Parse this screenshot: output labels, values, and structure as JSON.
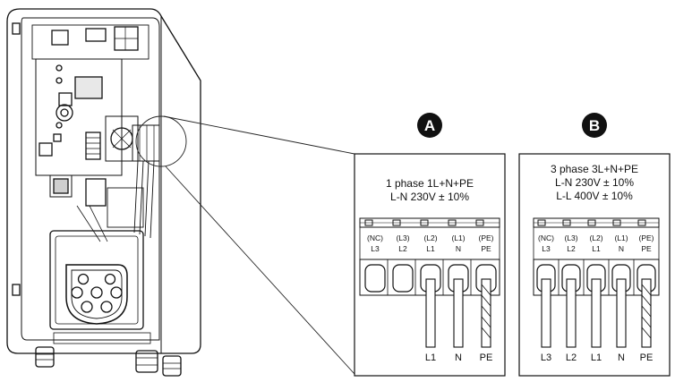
{
  "badges": {
    "a": "A",
    "b": "B"
  },
  "panel_a": {
    "line1": "1 phase 1L+N+PE",
    "line2": "L-N 230V ± 10%",
    "terminals": [
      {
        "top": "(NC)",
        "bottom": "L3"
      },
      {
        "top": "(L3)",
        "bottom": "L2"
      },
      {
        "top": "(L2)",
        "bottom": "L1"
      },
      {
        "top": "(L1)",
        "bottom": "N"
      },
      {
        "top": "(PE)",
        "bottom": "PE"
      }
    ],
    "wire_labels": [
      "L1",
      "N",
      "PE"
    ]
  },
  "panel_b": {
    "line1": "3 phase 3L+N+PE",
    "line2": "L-N 230V ± 10%",
    "line3": "L-L 400V ± 10%",
    "terminals": [
      {
        "top": "(NC)",
        "bottom": "L3"
      },
      {
        "top": "(L3)",
        "bottom": "L2"
      },
      {
        "top": "(L2)",
        "bottom": "L1"
      },
      {
        "top": "(L1)",
        "bottom": "N"
      },
      {
        "top": "(PE)",
        "bottom": "PE"
      }
    ],
    "wire_labels": [
      "L3",
      "L2",
      "L1",
      "N",
      "PE"
    ]
  },
  "colors": {
    "ink": "#111111",
    "badge": "#111111",
    "paper": "#ffffff"
  }
}
